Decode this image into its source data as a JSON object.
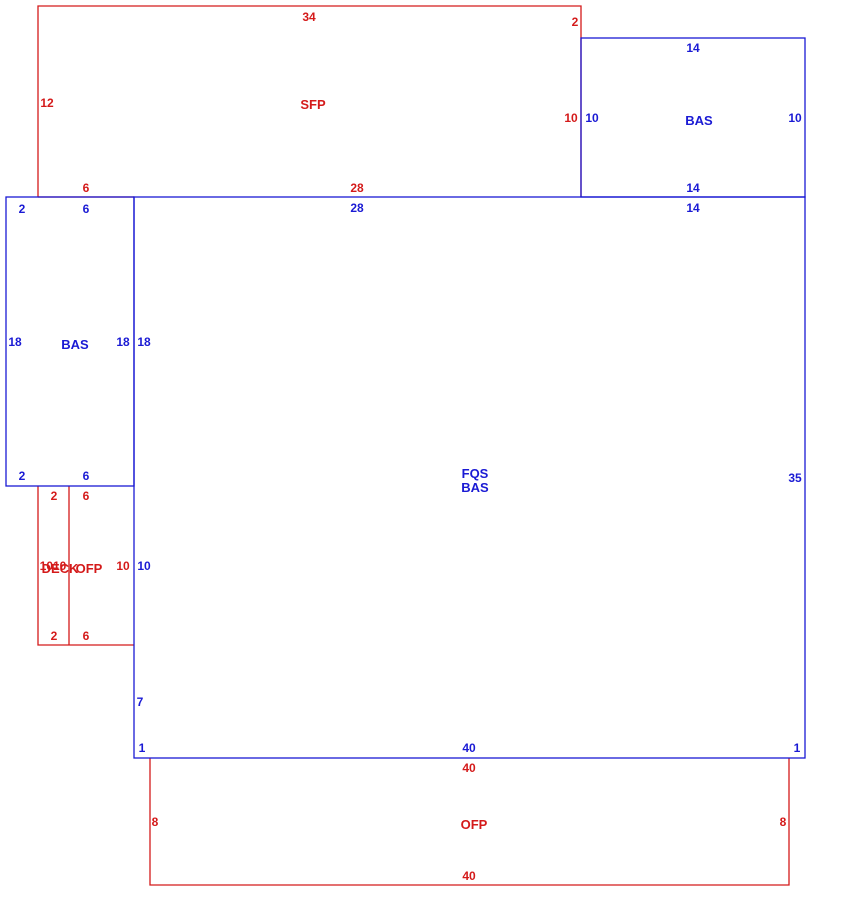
{
  "colors": {
    "living": "#1a1ad4",
    "other": "#d41a1a"
  },
  "areas": {
    "sfp": "SFP",
    "bas_top_right": "BAS",
    "bas_left": "BAS",
    "main_line1": "FQS",
    "main_line2": "BAS",
    "deck": "DECK",
    "ofp_small": "OFP",
    "ofp_bottom": "OFP"
  },
  "dims": {
    "sfp": {
      "top": "34",
      "top_right": "2",
      "left": "12",
      "right": "10",
      "bottom_left": "6",
      "bottom_mid": "28"
    },
    "bas_top_right": {
      "top": "14",
      "left": "10",
      "right": "10",
      "bottom": "14"
    },
    "bas_left": {
      "top_left": "2",
      "top_right": "6",
      "left": "18",
      "right": "18",
      "bottom_left": "2",
      "bottom_right": "6"
    },
    "main": {
      "top_mid": "28",
      "top_right": "14",
      "left_upper": "18",
      "right": "35",
      "left_mid": "10",
      "left_lower": "7",
      "bottom_left": "1",
      "bottom": "40",
      "bottom_right": "1"
    },
    "deck_ofp": {
      "top_left": "2",
      "top_right": "6",
      "left_overlap": "1010",
      "right": "10",
      "bottom_left": "2",
      "bottom_right": "6"
    },
    "ofp_bottom": {
      "top": "40",
      "left": "8",
      "right": "8",
      "bottom": "40"
    }
  }
}
